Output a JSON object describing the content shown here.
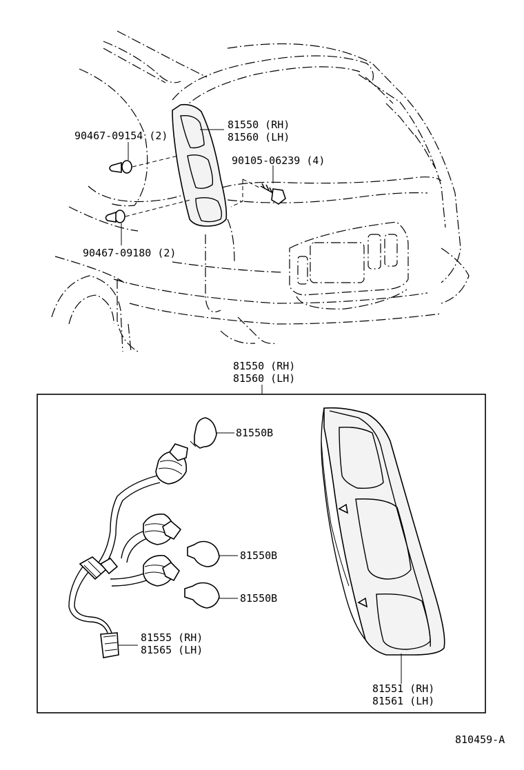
{
  "diagram": {
    "callouts": {
      "lamp_assy_upper": {
        "rh": "81550 (RH)",
        "lh": "81560 (LH)"
      },
      "clip_upper": "90467-09154 (2)",
      "clip_lower": "90467-09180 (2)",
      "screw": "90105-06239 (4)",
      "lamp_assy_box": {
        "rh": "81550 (RH)",
        "lh": "81560 (LH)"
      },
      "bulb_top": "81550B",
      "bulb_mid": "81550B",
      "bulb_low": "81550B",
      "socket_wire": {
        "rh": "81555 (RH)",
        "lh": "81565 (LH)"
      },
      "lens_body": {
        "rh": "81551 (RH)",
        "lh": "81561 (LH)"
      }
    },
    "figure_id": "810459-A"
  }
}
